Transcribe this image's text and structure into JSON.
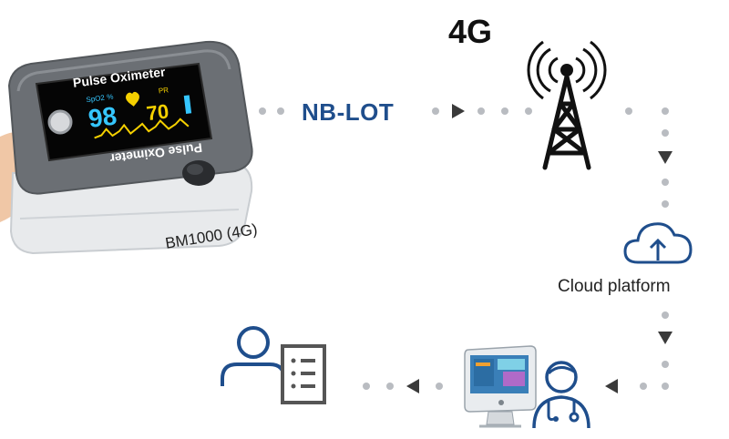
{
  "device": {
    "brand_label": "Pulse Oximeter",
    "brand_label_flipped": "Pulse Oximeter",
    "spo2_label": "SpO2",
    "spo2_unit": "%",
    "pr_label": "PR",
    "spo2_value": "98",
    "pr_value": "70",
    "model_label": "BM1000 (4G)"
  },
  "network": {
    "link_label_part1": "NB",
    "link_label_part2": "-LOT",
    "tower_label": "4G"
  },
  "cloud": {
    "label": "Cloud platform"
  },
  "colors": {
    "primary_blue": "#1f4e8c",
    "screen_cyan": "#35c6ff",
    "screen_yellow": "#f5d000",
    "dot_gray": "#b9bcc1",
    "arrow_dark": "#3a3a3a",
    "icon_gray": "#6e6e6e"
  }
}
